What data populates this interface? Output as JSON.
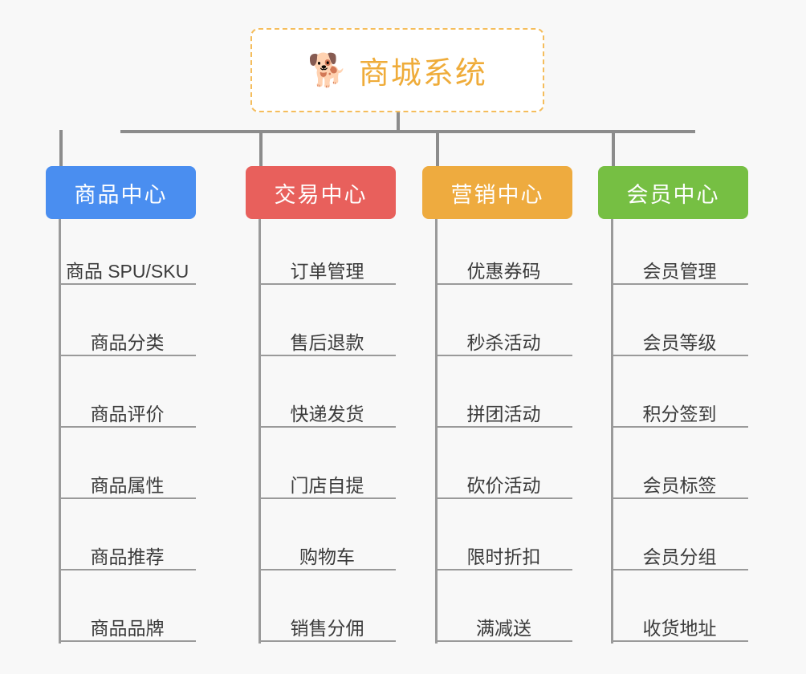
{
  "canvas": {
    "background": "#f8f8f8"
  },
  "root": {
    "icon": "shiba-dog-face-icon",
    "icon_glyph": "🐕",
    "title": "商城系统",
    "border_color": "#f5bd5c",
    "text_color": "#efac3a"
  },
  "branches": [
    {
      "id": "product-center",
      "label": "商品中心",
      "color": "#4a8ef0",
      "items": [
        "商品 SPU/SKU",
        "商品分类",
        "商品评价",
        "商品属性",
        "商品推荐",
        "商品品牌"
      ]
    },
    {
      "id": "trade-center",
      "label": "交易中心",
      "color": "#e8605c",
      "items": [
        "订单管理",
        "售后退款",
        "快递发货",
        "门店自提",
        "购物车",
        "销售分佣"
      ]
    },
    {
      "id": "marketing-center",
      "label": "营销中心",
      "color": "#eeab3f",
      "items": [
        "优惠券码",
        "秒杀活动",
        "拼团活动",
        "砍价活动",
        "限时折扣",
        "满减送"
      ]
    },
    {
      "id": "member-center",
      "label": "会员中心",
      "color": "#76bf43",
      "items": [
        "会员管理",
        "会员等级",
        "积分签到",
        "会员标签",
        "会员分组",
        "收货地址"
      ]
    }
  ]
}
